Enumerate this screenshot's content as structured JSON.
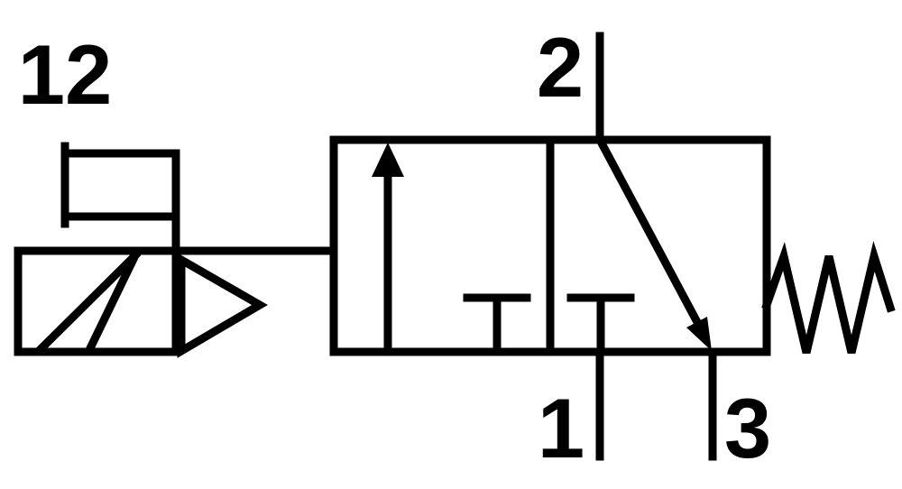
{
  "diagram": {
    "kind": "pneumatic-valve-schematic",
    "colors": {
      "line": "#000000",
      "background": "#ffffff"
    },
    "port_labels": {
      "pilot": "12",
      "outlet": "2",
      "supply": "1",
      "exhaust": "3"
    }
  }
}
